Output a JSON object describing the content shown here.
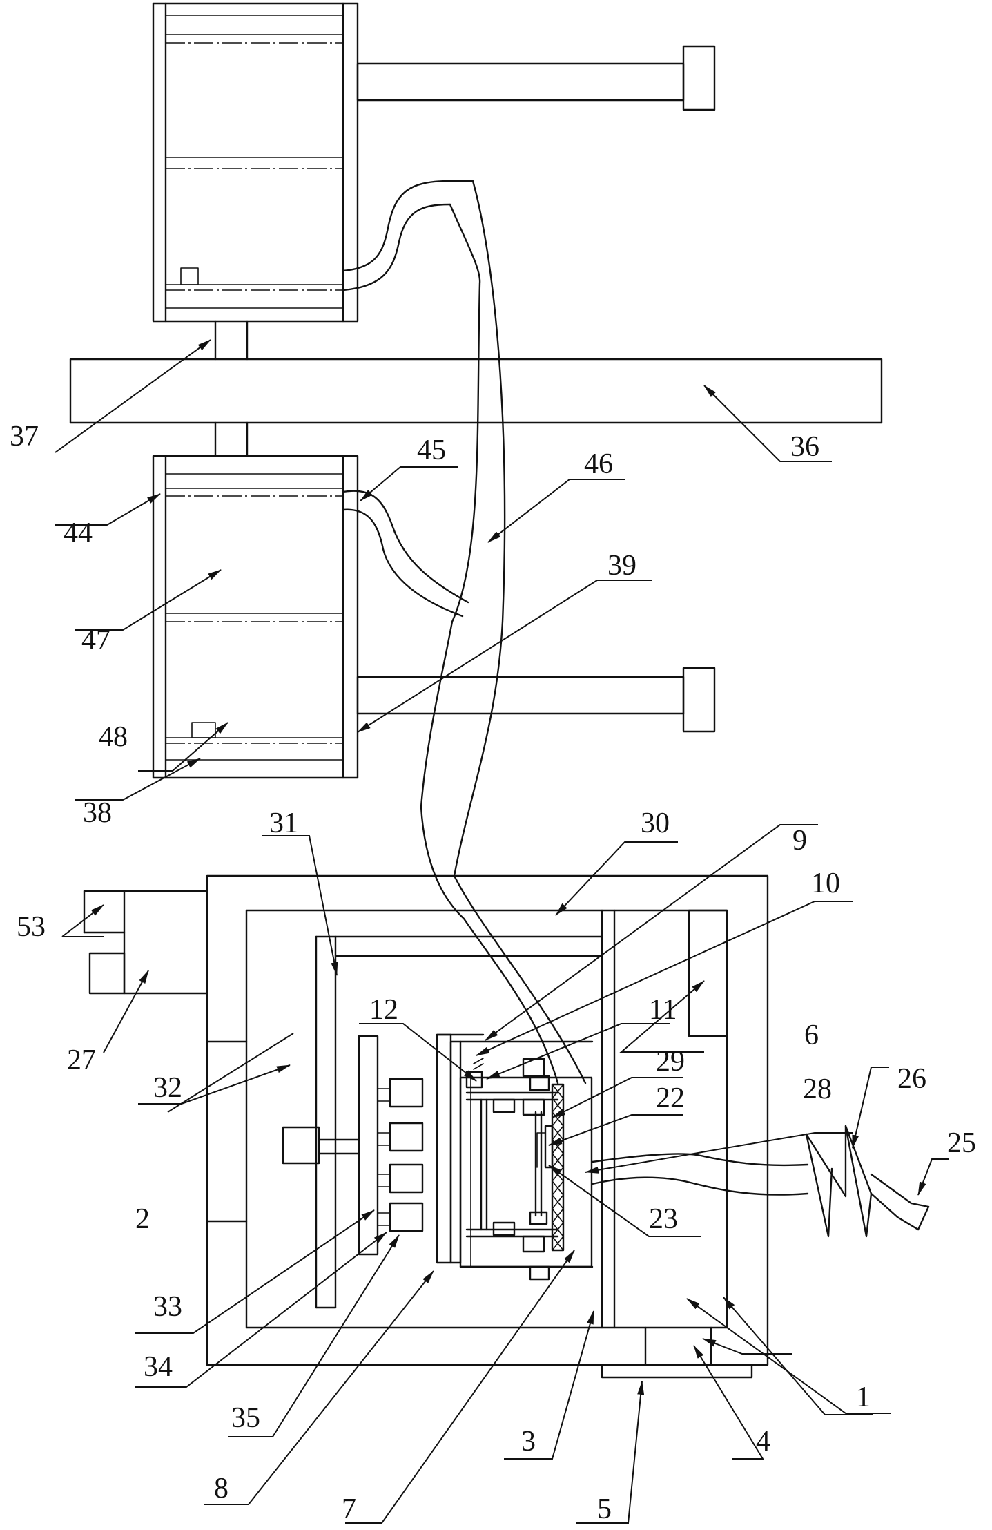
{
  "labels": {
    "l1": "1",
    "l2": "2",
    "l3": "3",
    "l4": "4",
    "l5": "5",
    "l6": "6",
    "l7": "7",
    "l8": "8",
    "l9": "9",
    "l10": "10",
    "l11": "11",
    "l12": "12",
    "l22": "22",
    "l23": "23",
    "l25": "25",
    "l26": "26",
    "l27": "27",
    "l28": "28",
    "l29": "29",
    "l30": "30",
    "l31": "31",
    "l32": "32",
    "l33": "33",
    "l34": "34",
    "l35": "35",
    "l36": "36",
    "l37": "37",
    "l38": "38",
    "l39": "39",
    "l44": "44",
    "l45": "45",
    "l46": "46",
    "l47": "47",
    "l48": "48",
    "l53": "53"
  },
  "colors": {
    "line": "#111111",
    "background": "#ffffff"
  }
}
